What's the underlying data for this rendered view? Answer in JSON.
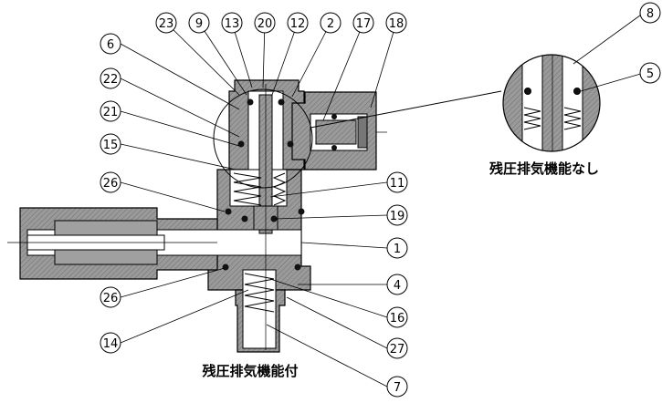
{
  "captions": {
    "with_release": "残圧排気機能付",
    "without_release": "残圧排気機能なし"
  },
  "callouts": {
    "n23": "23",
    "n9": "9",
    "n13": "13",
    "n20": "20",
    "n12": "12",
    "n2": "2",
    "n17": "17",
    "n18": "18",
    "n6": "6",
    "n22": "22",
    "n21": "21",
    "n15": "15",
    "n26a": "26",
    "n11": "11",
    "n19": "19",
    "n1": "1",
    "n4": "4",
    "n26b": "26",
    "n14": "14",
    "n16": "16",
    "n27": "27",
    "n7": "7",
    "n8": "8",
    "n5": "5"
  },
  "colors": {
    "body_fill": "#8c8c8c",
    "cavity": "#ffffff",
    "line": "#000000",
    "seal": "#111111"
  }
}
